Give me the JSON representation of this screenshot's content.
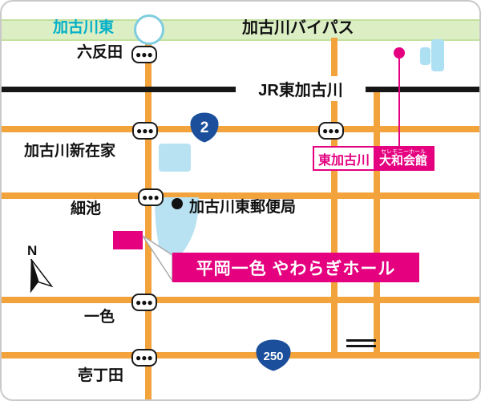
{
  "colors": {
    "road_orange": "#F2A33C",
    "bypass_green": "#DCEFC4",
    "water_blue": "#B8E2F2",
    "accent_magenta": "#E4007F",
    "interchange_cyan": "#00AFC8",
    "route_sign_blue": "#1B4E9B",
    "railway_black": "#161616"
  },
  "icons": {
    "traffic_signal": "●●●"
  },
  "top": {
    "interchange_name": "加古川東",
    "bypass_name": "加古川バイパス"
  },
  "railway": {
    "station_line_label": "JR東加古川"
  },
  "route_signs": {
    "route2": "2",
    "route250": "250"
  },
  "signals": {
    "rokutanda": "六反田",
    "shinzaike": "加古川新在家",
    "hosoike": "細池",
    "isshiki": "一色",
    "icchoda": "壱丁田"
  },
  "landmarks": {
    "post_office": "加古川東郵便局",
    "venue_area": "東加古川",
    "venue_building_sub": "セレモニーホール",
    "venue_building": "大和会館",
    "hall_name": "平岡一色 やわらぎホール"
  },
  "compass": {
    "north": "N"
  }
}
